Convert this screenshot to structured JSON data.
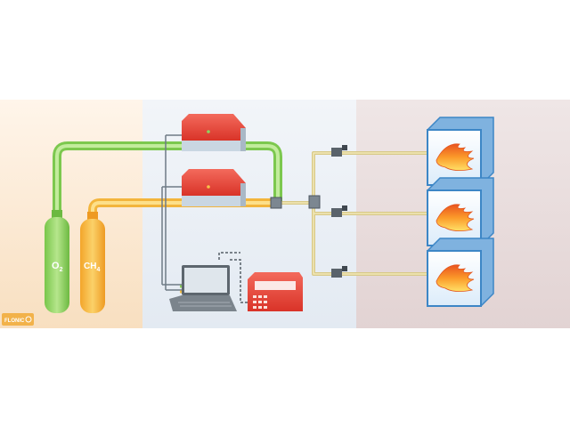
{
  "tanks": {
    "oxygen": {
      "label": "O",
      "sub": "2"
    },
    "methane": {
      "label": "CH",
      "sub": "4"
    }
  },
  "logo": {
    "text": "FLONIC"
  },
  "colors": {
    "zone_supply": "#fbe3c6",
    "zone_control": "#e8eef5",
    "zone_process": "#e6d8d8",
    "oxygen_pipe": "#9bd66b",
    "methane_pipe": "#f2c15a",
    "gas_mix_line": "#d9cc8a",
    "controller_red": "#e8453c",
    "box_blue": "#3c86c6",
    "flame_orange": "#f6912a"
  },
  "icons": [
    "oxygen-tank-icon",
    "methane-tank-icon",
    "mass-flow-controller-icon",
    "laptop-icon",
    "control-keypad-icon",
    "valve-icon",
    "burner-box-icon",
    "flame-icon",
    "logo-icon"
  ]
}
